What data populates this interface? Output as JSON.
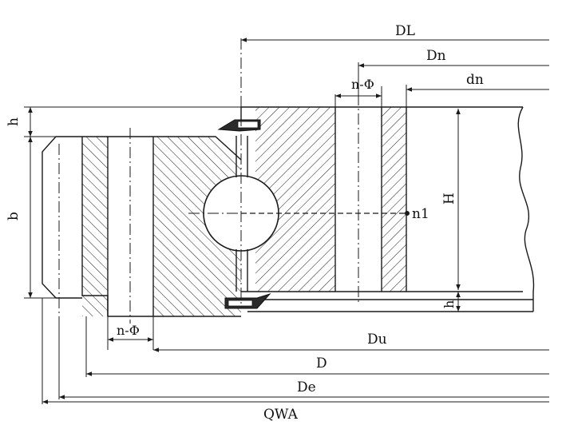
{
  "labels": {
    "DL": "DL",
    "Dn": "Dn",
    "dn": "dn",
    "n_phi_top": "n-Φ",
    "h_top": "h",
    "b": "b",
    "H": "H",
    "n1": "n1",
    "h_bottom": "h",
    "n_phi_bottom": "n-Φ",
    "Du": "Du",
    "D": "D",
    "De": "De",
    "QWA": "QWA"
  },
  "colors": {
    "line": "#1a1a1a",
    "background": "#ffffff"
  }
}
